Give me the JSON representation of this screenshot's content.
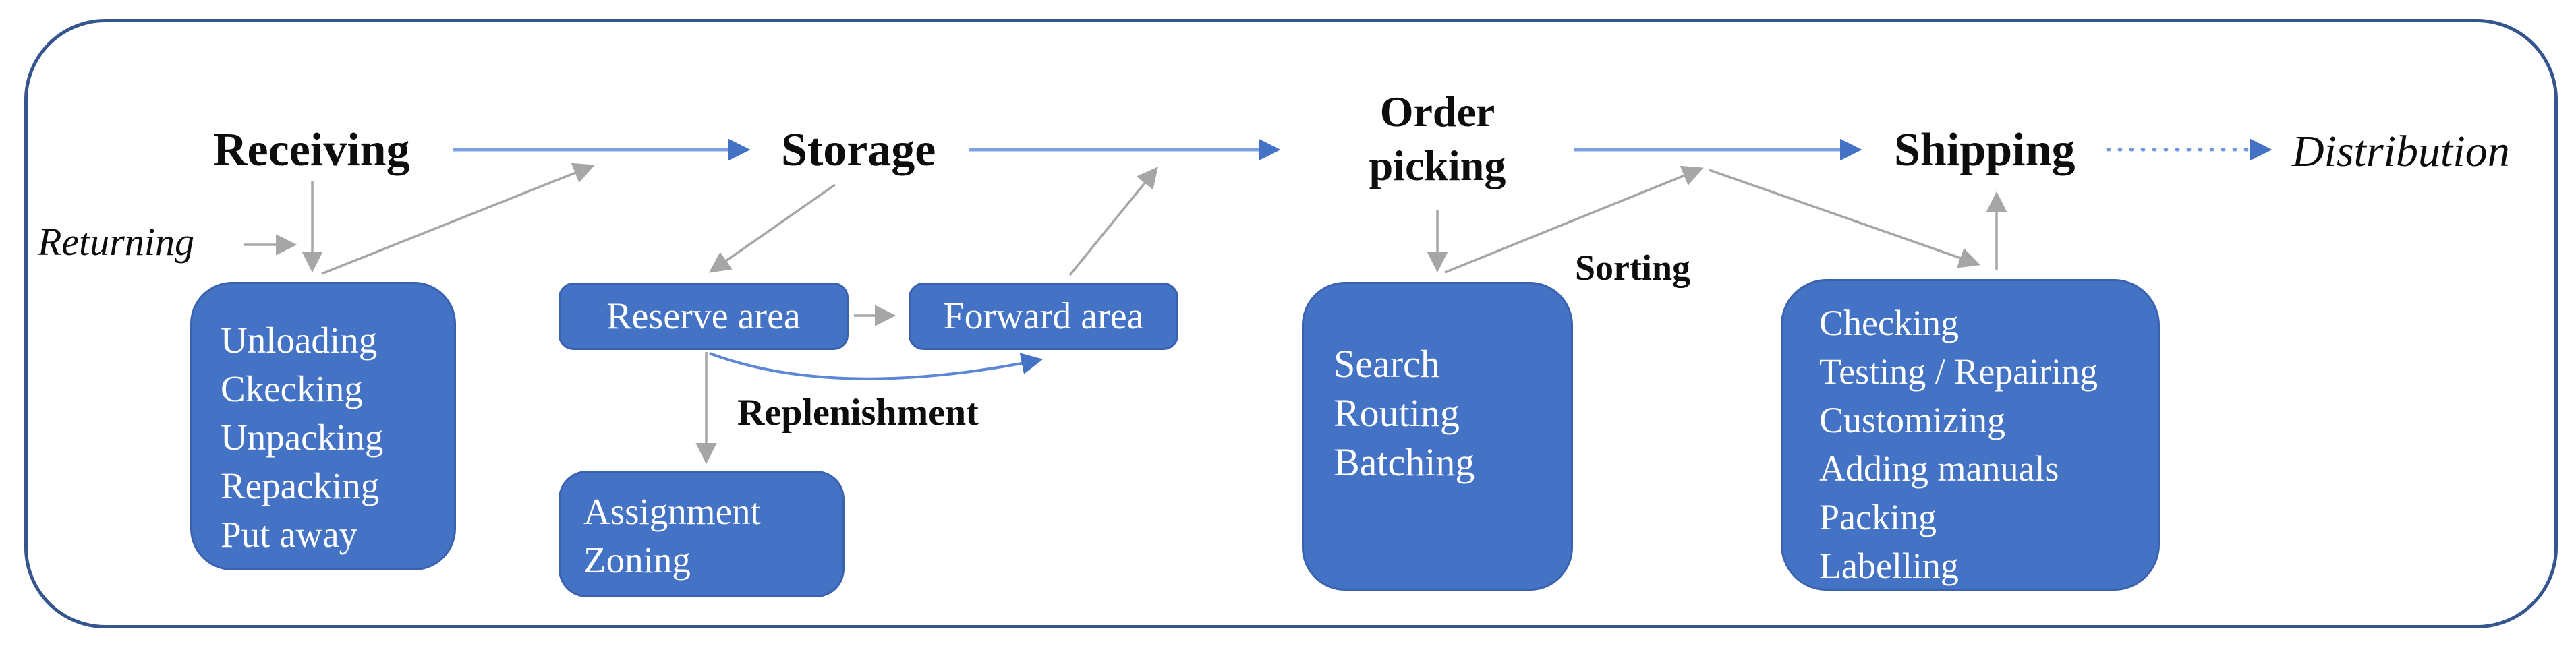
{
  "diagram": {
    "stages": {
      "receiving": "Receiving",
      "storage": "Storage",
      "order_picking": "Order picking",
      "shipping": "Shipping",
      "distribution": "Distribution"
    },
    "labels": {
      "returning": "Returning",
      "sorting": "Sorting",
      "replenishment": "Replenishment"
    },
    "boxes": {
      "receiving_activities": {
        "lines": [
          "Unloading",
          "Ckecking",
          "Unpacking",
          "Repacking",
          "Put away"
        ]
      },
      "reserve_area": {
        "label": "Reserve area"
      },
      "forward_area": {
        "label": "Forward area"
      },
      "storage_activities": {
        "lines": [
          "Assignment",
          "Zoning"
        ]
      },
      "order_picking_activities": {
        "lines": [
          "Search",
          "Routing",
          "Batching"
        ]
      },
      "shipping_activities": {
        "lines": [
          "Checking",
          "Testing / Repairing",
          "Customizing",
          "Adding manuals",
          "Packing",
          "Labelling"
        ]
      }
    },
    "colors": {
      "box_fill": "#4472C4",
      "box_border": "#3a62ae",
      "frame_border": "#35558E",
      "gray_arrow": "#A6A6A6",
      "blue_arrow": "#4472C4",
      "blue_arrow_line": "#7DA1E0",
      "box_text": "#FFFFFF",
      "heading_text": "#0d0d0d"
    }
  }
}
